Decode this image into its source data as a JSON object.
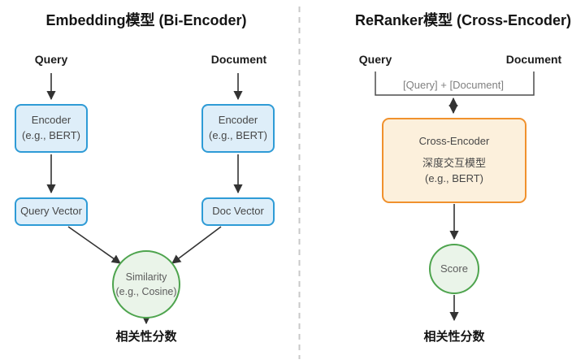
{
  "left": {
    "title": "Embedding模型 (Bi-Encoder)",
    "inputs": [
      "Query",
      "Document"
    ],
    "encoders": [
      {
        "name": "Encoder",
        "detail": "(e.g., BERT)"
      },
      {
        "name": "Encoder",
        "detail": "(e.g., BERT)"
      }
    ],
    "vectors": [
      "Query Vector",
      "Doc Vector"
    ],
    "similarity": {
      "name": "Similarity",
      "detail": "(e.g., Cosine)"
    },
    "output": "相关性分数"
  },
  "right": {
    "title": "ReRanker模型 (Cross-Encoder)",
    "inputs": [
      "Query",
      "Document"
    ],
    "concat_label": "[Query] + [Document]",
    "cross_encoder": {
      "name": "Cross-Encoder",
      "subtitle": "深度交互模型",
      "detail": "(e.g., BERT)"
    },
    "score": "Score",
    "output": "相关性分数"
  },
  "colors": {
    "blue_border": "#2E9BD6",
    "blue_fill": "#DEEEF9",
    "green_border": "#4EA44E",
    "green_fill": "#EAF4E9",
    "orange_border": "#F0912D",
    "orange_fill": "#FCF0DC",
    "arrow": "#333333",
    "bracket": "#4d4d4d",
    "divider": "#C9C9C9",
    "muted_text": "#808080"
  }
}
